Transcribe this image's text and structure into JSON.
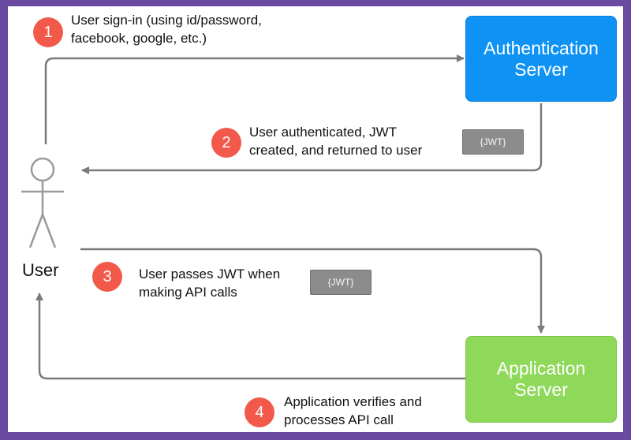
{
  "nodes": {
    "auth_server": "Authentication\nServer",
    "app_server": "Application\nServer",
    "user": "User"
  },
  "steps": [
    {
      "number": "1",
      "text": "User sign-in (using id/password,\nfacebook, google, etc.)"
    },
    {
      "number": "2",
      "text": "User authenticated, JWT\ncreated, and returned to user"
    },
    {
      "number": "3",
      "text": "User passes JWT when\nmaking API calls"
    },
    {
      "number": "4",
      "text": "Application verifies and\nprocesses API call"
    }
  ],
  "tokens": {
    "token_1": "{JWT}",
    "token_2": "{JWT}"
  },
  "colors": {
    "auth_server": "#0e93f5",
    "app_server": "#8ed85a",
    "step_badge": "#f2594b",
    "token": "#8c8c8c",
    "arrow": "#7a7a7a",
    "frame": "#6a4aa0"
  }
}
